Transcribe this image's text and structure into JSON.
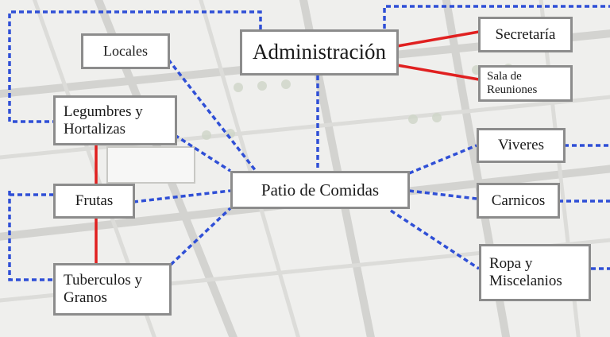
{
  "colors": {
    "dashed_connector": "#2f4fd6",
    "solid_connector": "#e02020",
    "box_border": "#8c8c8c",
    "box_fill": "#ffffff",
    "text": "#1a1a1a",
    "background_map": "#e4e4e2"
  },
  "nodes": {
    "administracion": "Administración",
    "locales": "Locales",
    "secretaria": "Secretaría",
    "sala_reuniones": "Sala de\nReuniones",
    "legumbres": "Legumbres y\nHortalizas",
    "frutas": "Frutas",
    "tuberculos": "Tuberculos y\nGranos",
    "patio": "Patio de Comidas",
    "viveres": "Viveres",
    "carnicos": "Carnicos",
    "ropa": "Ropa y\nMiscelanios"
  }
}
